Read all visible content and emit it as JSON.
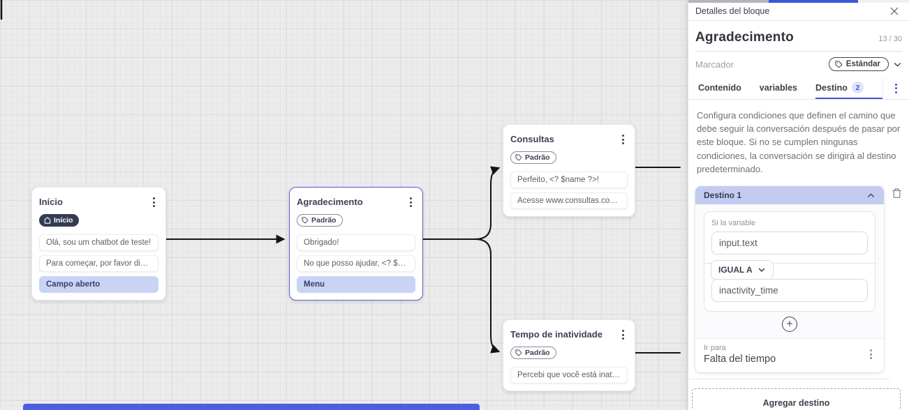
{
  "colors": {
    "accent": "#4254cc",
    "edge": "#141414",
    "destino_header_bg": "#c3ccf0",
    "highlight_row_bg": "#c9d3f4",
    "selected_node_border": "#5b5bd6",
    "scrollbar_blue": "#4a5fe0"
  },
  "canvas": {
    "nodes": {
      "inicio": {
        "title": "Início",
        "badge_label": "Início",
        "rows": [
          "Olá, sou um chatbot de teste!",
          "Para começar, por favor digite o ...",
          "Campo aberto"
        ]
      },
      "agradecimento": {
        "title": "Agradecimento",
        "badge_label": "Padrão",
        "rows": [
          "Obrigado!",
          "No que posso ajudar, <? $name ...",
          "Menu"
        ]
      },
      "consultas": {
        "title": "Consultas",
        "badge_label": "Padrão",
        "rows": [
          "Perfeito, <? $name ?>!",
          "Acesse www.consultas.com par..."
        ]
      },
      "tempo": {
        "title": "Tempo de inatividade",
        "badge_label": "Padrão",
        "rows": [
          "Percebi que você está inativo. C..."
        ]
      }
    }
  },
  "panel": {
    "header": {
      "title": "Detalles del bloque"
    },
    "block": {
      "name": "Agradecimento",
      "counter": "13 / 30"
    },
    "marcador": {
      "label": "Marcador",
      "tag": "Estándar"
    },
    "tabs": {
      "contenido": "Contenido",
      "variables": "variables",
      "destino": "Destino",
      "destino_badge": "2"
    },
    "description": "Configura condiciones que definen el camino que debe seguir la conversación después de pasar por este bloque. Si no se cumplen ningunas condiciones, la conversación se dirigirá al destino predeterminado.",
    "destino1": {
      "title": "Destino 1",
      "condition_label": "Si la variable",
      "variable_value": "input.text",
      "operator": "IGUAL A",
      "compare_value": "inactivity_time",
      "goto_label": "Ir para",
      "goto_value": "Falta del tiempo"
    },
    "add_destination_label": "Agregar destino"
  }
}
